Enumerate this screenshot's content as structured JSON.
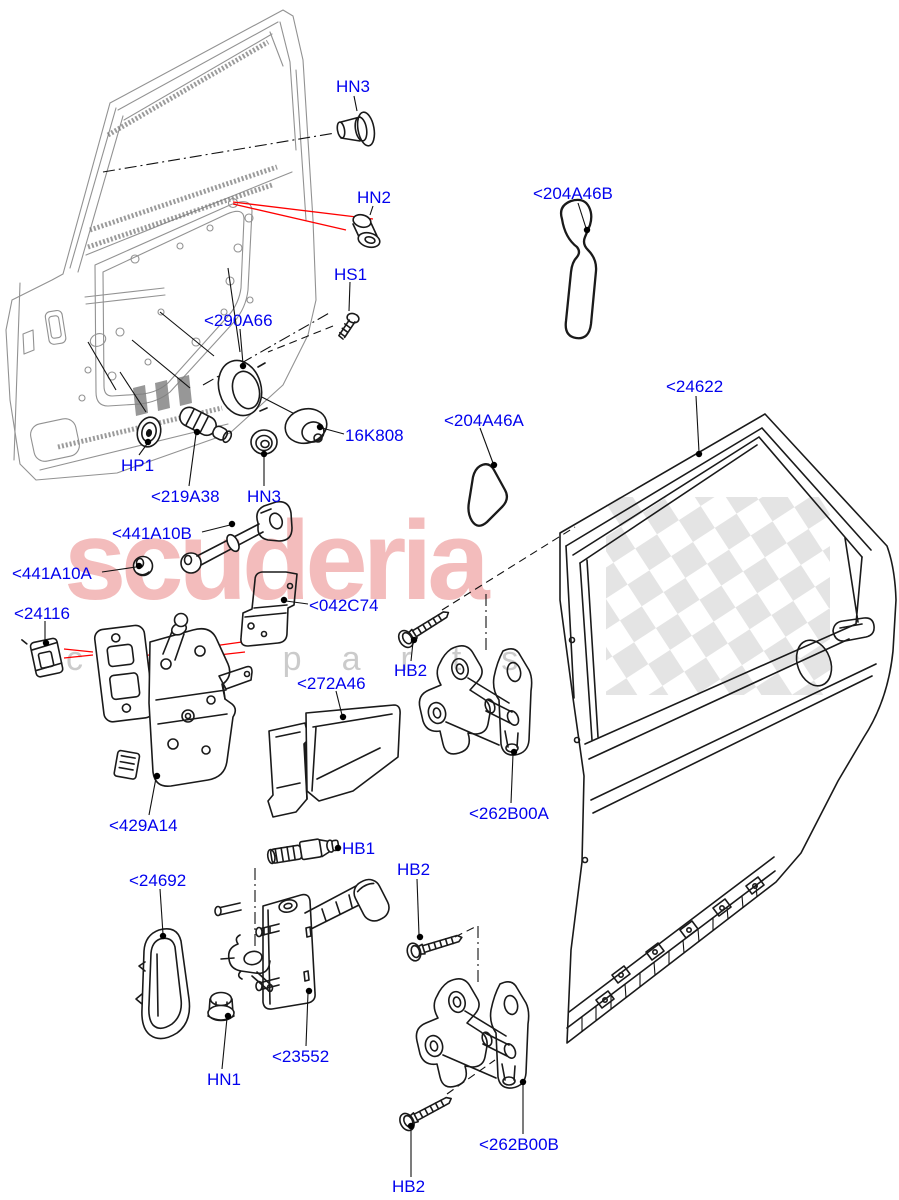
{
  "diagram": {
    "type": "exploded-parts-diagram",
    "subject": "Rear door shell, hinges, check strap and fixings",
    "label_color": "#0202ee",
    "callout_color": "#ff0000",
    "line_color": "#1a1a1a",
    "labels": [
      {
        "id": "hn3-top",
        "text": "HN3"
      },
      {
        "id": "hn2",
        "text": "HN2"
      },
      {
        "id": "hs1",
        "text": "HS1"
      },
      {
        "id": "290a66",
        "text": "<290A66"
      },
      {
        "id": "204a46b",
        "text": "<204A46B"
      },
      {
        "id": "204a46a",
        "text": "<204A46A"
      },
      {
        "id": "24622",
        "text": "<24622"
      },
      {
        "id": "16k808",
        "text": "16K808"
      },
      {
        "id": "hp1",
        "text": "HP1"
      },
      {
        "id": "219a38",
        "text": "<219A38"
      },
      {
        "id": "hn3-mid",
        "text": "HN3"
      },
      {
        "id": "441a10b",
        "text": "<441A10B"
      },
      {
        "id": "441a10a",
        "text": "<441A10A"
      },
      {
        "id": "24116",
        "text": "<24116"
      },
      {
        "id": "042c74",
        "text": "<042C74"
      },
      {
        "id": "272a46",
        "text": "<272A46"
      },
      {
        "id": "hb2-upper",
        "text": "HB2"
      },
      {
        "id": "262b00a",
        "text": "<262B00A"
      },
      {
        "id": "429a14",
        "text": "<429A14"
      },
      {
        "id": "hb1",
        "text": "HB1"
      },
      {
        "id": "24692",
        "text": "<24692"
      },
      {
        "id": "hb2-middle",
        "text": "HB2"
      },
      {
        "id": "hn1",
        "text": "HN1"
      },
      {
        "id": "23552",
        "text": "<23552"
      },
      {
        "id": "262b00b",
        "text": "<262B00B"
      },
      {
        "id": "hb2-lower",
        "text": "HB2"
      }
    ]
  },
  "watermark": {
    "brand": "scuderia",
    "tagline": "car parts",
    "brand_color": "#f3bcbc",
    "tagline_color": "#cbcbcb"
  }
}
